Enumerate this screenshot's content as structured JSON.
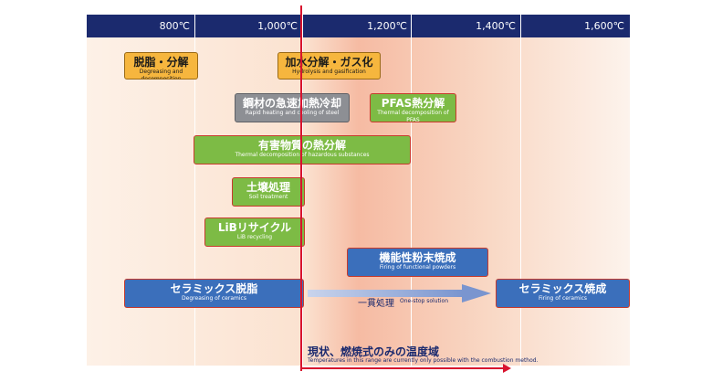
{
  "axis": {
    "ticks": [
      "800℃",
      "1,000℃",
      "1,200℃",
      "1,400℃",
      "1,600℃"
    ]
  },
  "processes": [
    {
      "id": "degreasing",
      "jp": "脱脂・分解",
      "en": "Degreasing and decomposition",
      "color": "orange"
    },
    {
      "id": "hydrolysis",
      "jp": "加水分解・ガス化",
      "en": "Hydrolysis and gasification",
      "color": "orange"
    },
    {
      "id": "steel",
      "jp": "鋼材の急速加熱冷却",
      "en": "Rapid heating and cooling of steel",
      "color": "gray"
    },
    {
      "id": "pfas",
      "jp": "PFAS熱分解",
      "en": "Thermal decomposition of PFAS",
      "color": "green"
    },
    {
      "id": "hazardous",
      "jp": "有害物質の熱分解",
      "en": "Thermal decomposition of hazardous substances",
      "color": "green"
    },
    {
      "id": "soil",
      "jp": "土壌処理",
      "en": "Soil treatment",
      "color": "green"
    },
    {
      "id": "lib",
      "jp": "LiBリサイクル",
      "en": "LiB recycling",
      "color": "green"
    },
    {
      "id": "functional",
      "jp": "機能性粉末焼成",
      "en": "Firing of functional powders",
      "color": "blue"
    },
    {
      "id": "ceramic-degreasing",
      "jp": "セラミックス脱脂",
      "en": "Degreasing of ceramics",
      "color": "blue"
    },
    {
      "id": "ceramic-firing",
      "jp": "セラミックス焼成",
      "en": "Firing of ceramics",
      "color": "blue"
    }
  ],
  "one_stop": {
    "jp": "一貫処理",
    "en": "One-stop solution"
  },
  "combustion_note": {
    "jp": "現状、燃焼式のみの温度域",
    "en": "Temperatures in this range are currently only possible with the combustion method."
  }
}
